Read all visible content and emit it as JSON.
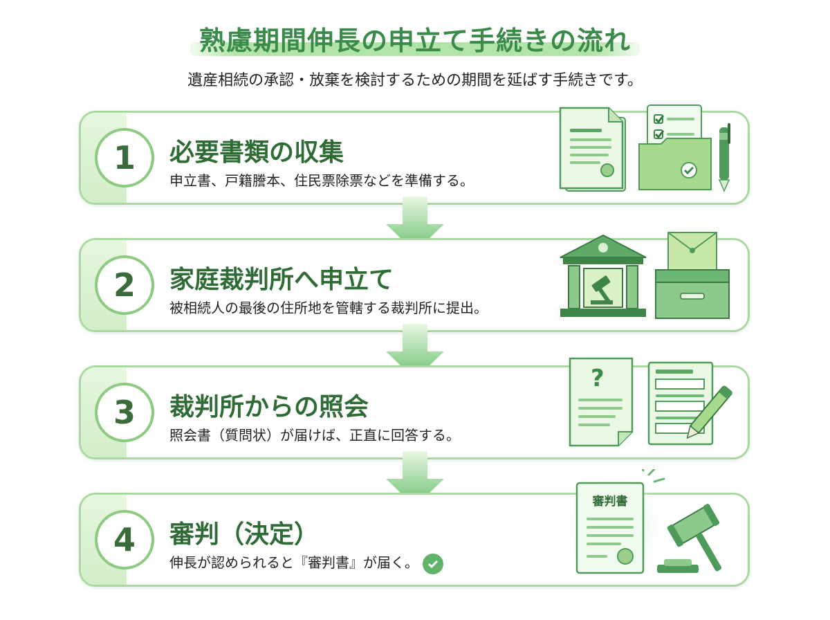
{
  "title": "熟慮期間伸長の申立て手続きの流れ",
  "subtitle": "遺産相続の承認・放棄を検討するための期間を延ばす手続きです。",
  "steps": [
    {
      "num": "1",
      "title": "必要書類の収集",
      "desc": "申立書、戸籍謄本、住民票除票などを準備する。"
    },
    {
      "num": "2",
      "title": "家庭裁判所へ申立て",
      "desc": "被相続人の最後の住所地を管轄する裁判所に提出。"
    },
    {
      "num": "3",
      "title": "裁判所からの照会",
      "desc": "照会書（質問状）が届けば、正直に回答する。"
    },
    {
      "num": "4",
      "title": "審判（決定）",
      "desc": "伸長が認められると『審判書』が届く。"
    }
  ],
  "illustrations": {
    "question_mark": "?",
    "certificate_label": "審判書"
  },
  "colors": {
    "primary": "#3a8a4a",
    "border": "#a9d9a0",
    "accent": "#5fb46a"
  }
}
